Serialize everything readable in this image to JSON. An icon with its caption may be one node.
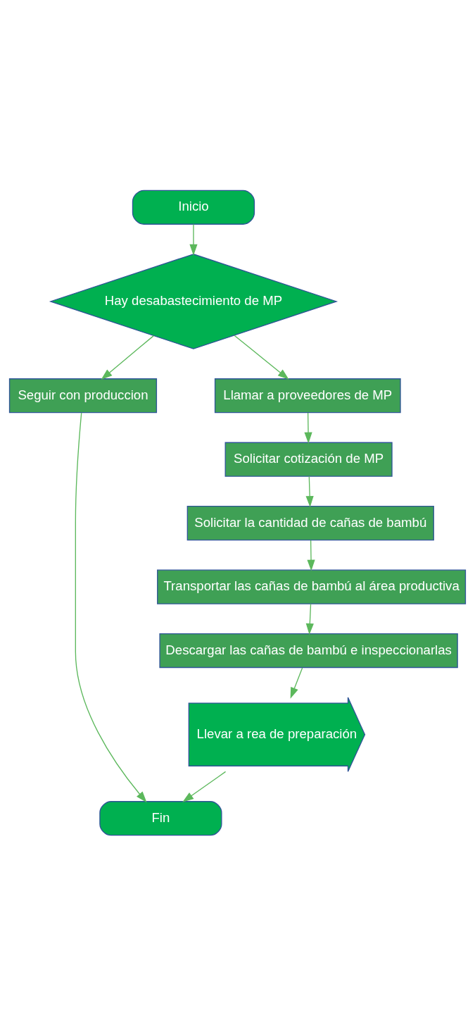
{
  "diagram": {
    "nodes": [
      {
        "text": [
          "Inicio"
        ]
      },
      {
        "text": [
          "Hay desabastecimiento de MP"
        ]
      },
      {
        "text": [
          "Seguir con produccion"
        ]
      },
      {
        "text": [
          "Llamar a proveedores de MP"
        ]
      },
      {
        "text": [
          "Solicitar cotización de MP"
        ]
      },
      {
        "text": [
          "Solicitar la cantidad de cañas de bambú"
        ]
      },
      {
        "text": [
          "Transportar las cañas de bambú al área productiva"
        ]
      },
      {
        "text": [
          "Descargar las cañas de bambú e inspeccionarlas"
        ]
      },
      {
        "text": [
          "Llevar a rea de preparación"
        ]
      },
      {
        "text": [
          "Fin"
        ]
      }
    ],
    "edges": [
      {
        "from": 0,
        "to": 1,
        "arrow": "to"
      },
      {
        "from": 1,
        "to": 2,
        "arrow": "to"
      },
      {
        "from": 1,
        "to": 3,
        "arrow": "to"
      },
      {
        "from": 3,
        "to": 4,
        "arrow": "to"
      },
      {
        "from": 4,
        "to": 5,
        "arrow": "to"
      },
      {
        "from": 5,
        "to": 6,
        "arrow": "to"
      },
      {
        "from": 6,
        "to": 7,
        "arrow": "to"
      },
      {
        "from": 7,
        "to": 8,
        "arrow": "to"
      },
      {
        "from": 2,
        "to": 9,
        "arrow": "to"
      },
      {
        "from": 8,
        "to": 9,
        "arrow": "to"
      }
    ]
  }
}
